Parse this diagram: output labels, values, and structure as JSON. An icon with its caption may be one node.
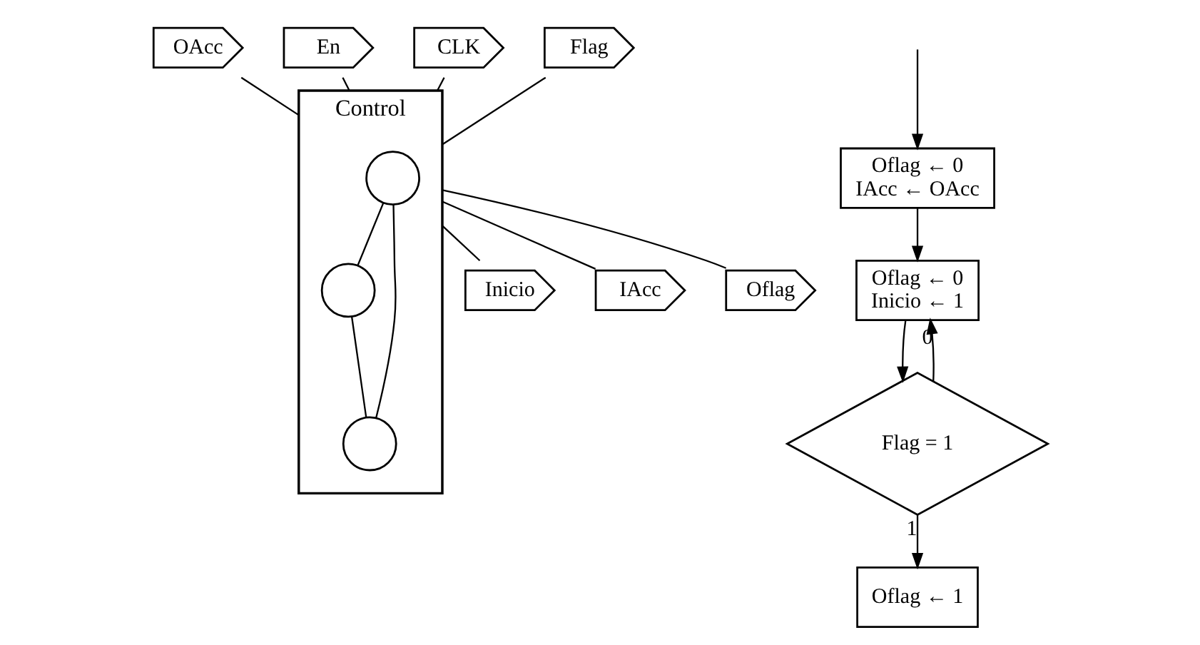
{
  "diagram": {
    "nodes": [
      {
        "text": [
          "Control"
        ]
      },
      {
        "text": [],
        "shape": "circle",
        "in": 0
      },
      {
        "text": [],
        "shape": "circle",
        "in": 0
      },
      {
        "text": [],
        "shape": "circle",
        "in": 0
      },
      {
        "text": [
          "OAcc"
        ]
      },
      {
        "text": [
          "En"
        ]
      },
      {
        "text": [
          "CLK"
        ]
      },
      {
        "text": [
          "Flag"
        ]
      },
      {
        "text": [
          "Inicio"
        ]
      },
      {
        "text": [
          "IAcc"
        ]
      },
      {
        "text": [
          "Oflag"
        ]
      },
      {
        "text": [
          "Oflag ← 0",
          "IAcc ← OAcc"
        ]
      },
      {
        "text": [
          "Oflag ← 0",
          "Inicio ← 1"
        ]
      },
      {
        "text": [
          "Flag = 1"
        ]
      },
      {
        "text": [
          "Oflag ← 1"
        ]
      }
    ],
    "edges": [
      {
        "from": 1,
        "to": 2,
        "arrow": "none"
      },
      {
        "from": 1,
        "to": 3,
        "arrow": "none"
      },
      {
        "from": 2,
        "to": 3,
        "arrow": "none"
      },
      {
        "from": 4,
        "to": 0,
        "arrow": "none"
      },
      {
        "from": 5,
        "to": 0,
        "arrow": "none"
      },
      {
        "from": 6,
        "to": 0,
        "arrow": "none"
      },
      {
        "from": 7,
        "to": 0,
        "arrow": "none"
      },
      {
        "from": 0,
        "to": 8,
        "arrow": "none"
      },
      {
        "from": 0,
        "to": 9,
        "arrow": "none"
      },
      {
        "from": 0,
        "to": 10,
        "arrow": "none"
      },
      {
        "from": null,
        "to": 11,
        "arrow": "to"
      },
      {
        "from": 11,
        "to": 12,
        "arrow": "to"
      },
      {
        "from": 12,
        "to": 13,
        "arrow": "to"
      },
      {
        "from": 13,
        "to": 12,
        "arrow": "to",
        "label": "0"
      },
      {
        "from": 13,
        "to": 14,
        "arrow": "to",
        "label": "1"
      }
    ]
  }
}
